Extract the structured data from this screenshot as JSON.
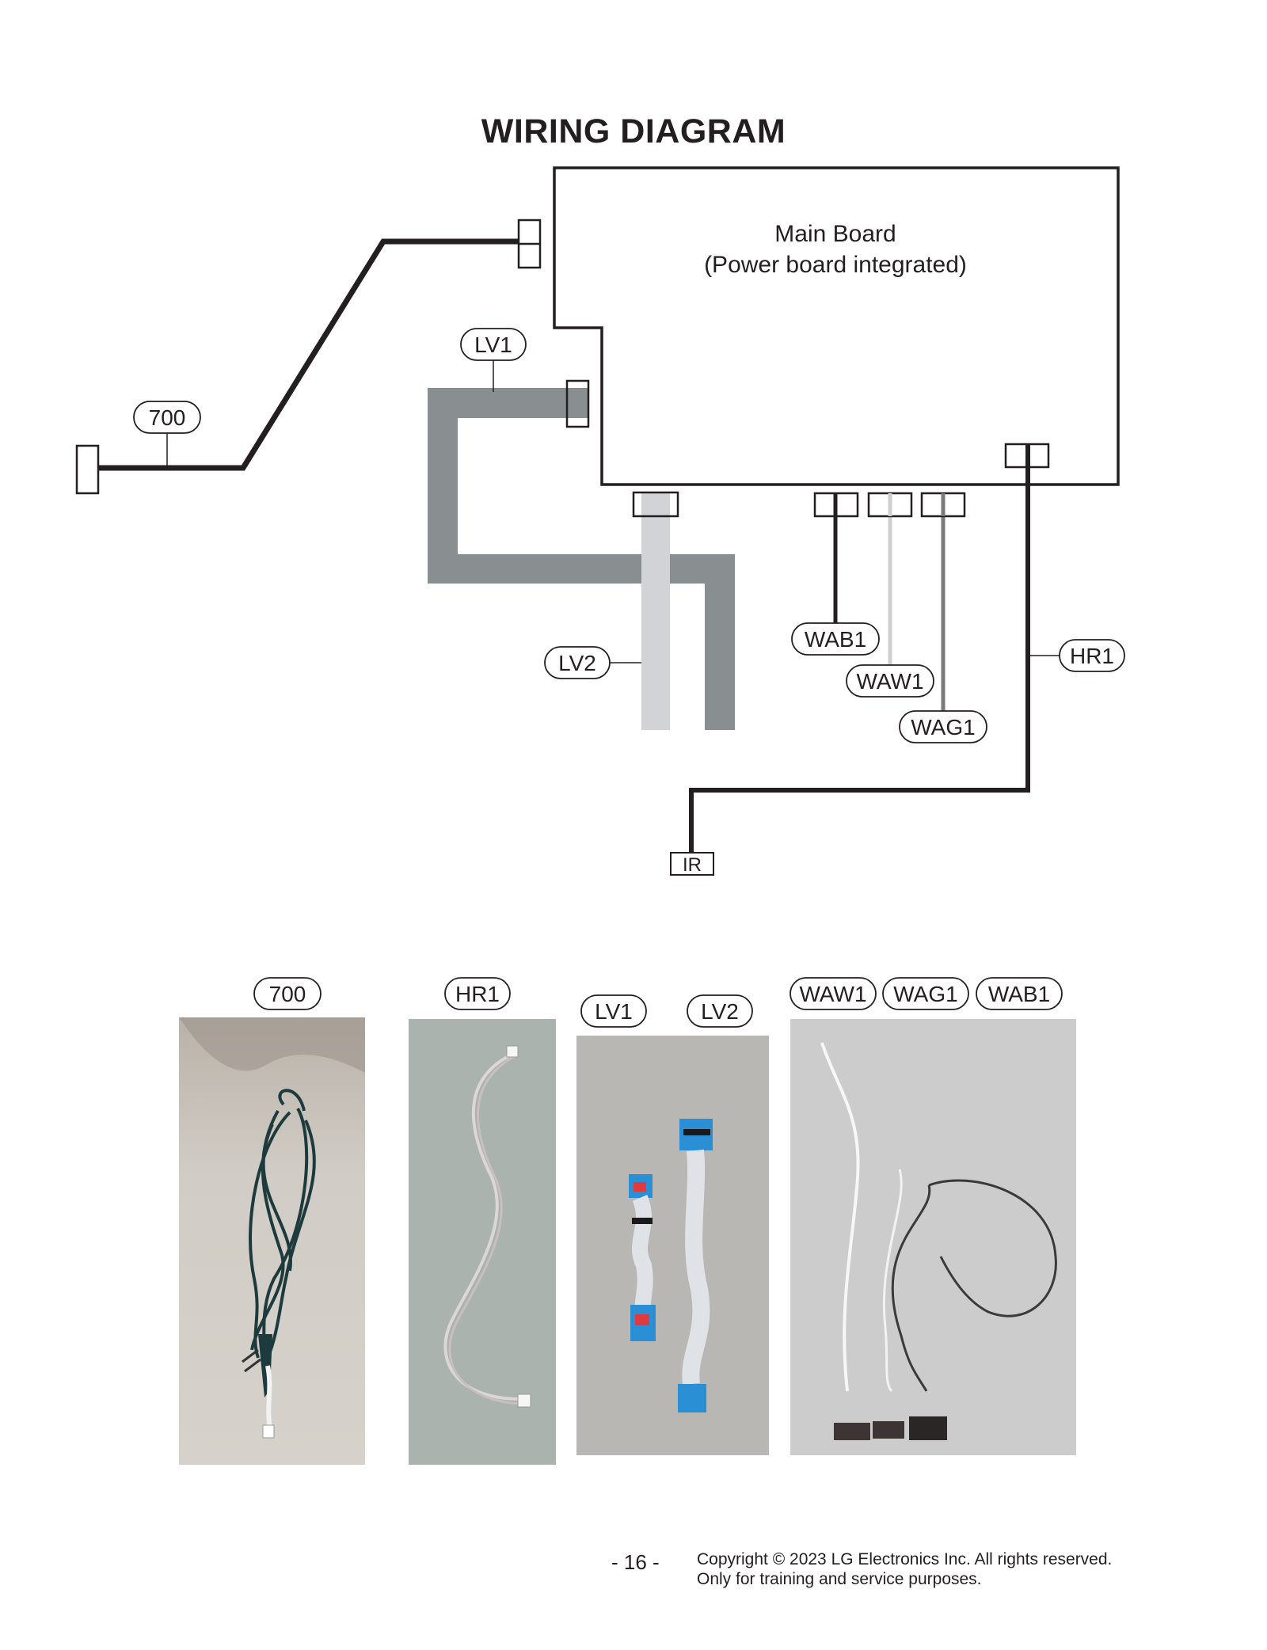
{
  "title": "WIRING DIAGRAM",
  "main_board": {
    "line1": "Main Board",
    "line2": "(Power board integrated)"
  },
  "wire_labels": {
    "w700": "700",
    "lv1": "LV1",
    "lv2": "LV2",
    "wab1": "WAB1",
    "waw1": "WAW1",
    "wag1": "WAG1",
    "hr1": "HR1",
    "ir": "IR"
  },
  "photo_labels": {
    "w700": "700",
    "hr1": "HR1",
    "lv1": "LV1",
    "lv2": "LV2",
    "waw1": "WAW1",
    "wag1": "WAG1",
    "wab1": "WAB1"
  },
  "colors": {
    "line": "#231f20",
    "lv1_cable": "#898e91",
    "lv2_cable": "#d2d3d6",
    "waw1_wire": "#cfcfcf",
    "wag1_wire": "#7a7a7a"
  },
  "footer": {
    "page_number": "- 16 -",
    "copyright_line1": "Copyright © 2023 LG Electronics Inc. All rights reserved.",
    "copyright_line2": "Only for training and service purposes."
  }
}
